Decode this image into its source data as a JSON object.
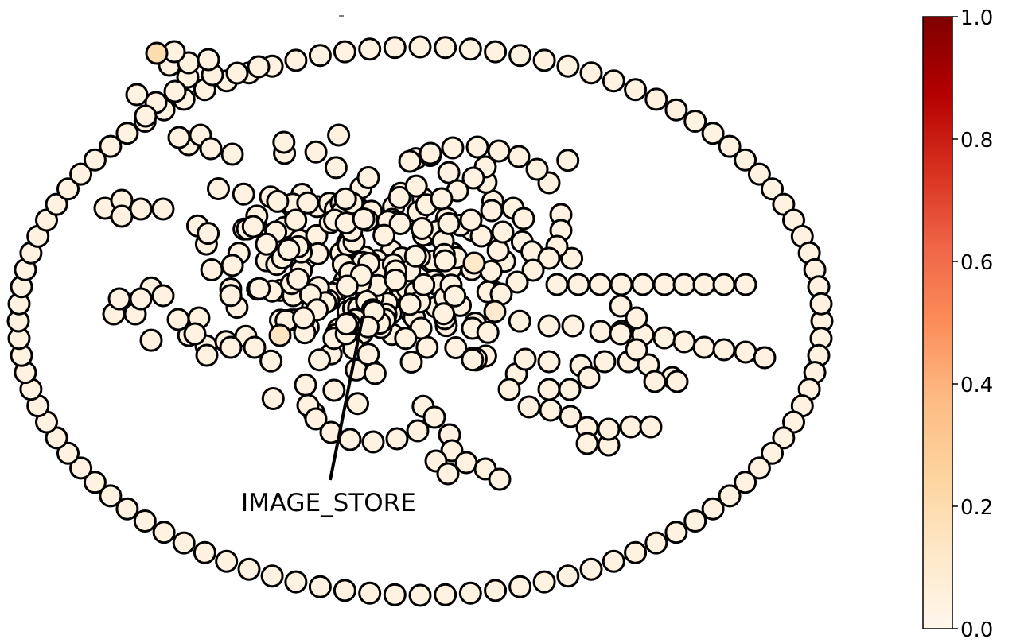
{
  "annotation": {
    "label": "IMAGE_STORE"
  },
  "node_color_values": {
    "default": 0.04,
    "highlighted": [
      0.2,
      0.15,
      0.12,
      0.1
    ]
  },
  "colorbar": {
    "colormap": "OrRd",
    "min": 0.0,
    "max": 1.0,
    "ticks": [
      "0.0",
      "0.2",
      "0.4",
      "0.6",
      "0.8",
      "1.0"
    ],
    "stops": [
      "#fff7ec",
      "#fee8c8",
      "#fdd49e",
      "#fdbb84",
      "#fc8d59",
      "#ef6548",
      "#d7301f",
      "#b30000",
      "#7f0000"
    ]
  }
}
